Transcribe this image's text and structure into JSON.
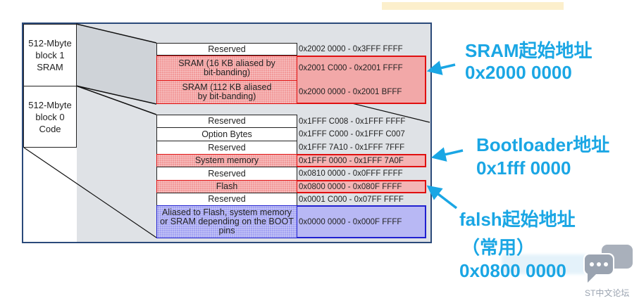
{
  "left_blocks": [
    {
      "label": "512-Mbyte\nblock 1\nSRAM"
    },
    {
      "label": "512-Mbyte\nblock 0\nCode"
    }
  ],
  "sram_rows": [
    {
      "name": "Reserved",
      "addr": "0x2002 0000 - 0x3FFF FFFF"
    },
    {
      "name": "SRAM (16 KB aliased by bit-banding)",
      "addr": "0x2001 C000 - 0x2001 FFFF"
    },
    {
      "name": "SRAM (112 KB aliased by bit-banding)",
      "addr": "0x2000 0000 - 0x2001 BFFF"
    }
  ],
  "code_rows": [
    {
      "name": "Reserved",
      "addr": "0x1FFF C008 - 0x1FFF FFFF"
    },
    {
      "name": "Option Bytes",
      "addr": "0x1FFF C000 - 0x1FFF C007"
    },
    {
      "name": "Reserved",
      "addr": "0x1FFF 7A10 - 0x1FFF 7FFF"
    },
    {
      "name": "System memory",
      "addr": "0x1FFF 0000 - 0x1FFF 7A0F"
    },
    {
      "name": "Reserved",
      "addr": "0x0810 0000 - 0x0FFF FFFF"
    },
    {
      "name": "Flash",
      "addr": "0x0800 0000 - 0x080F FFFF"
    },
    {
      "name": "Reserved",
      "addr": "0x0001 C000 - 0x07FF FFFF"
    },
    {
      "name": "Aliased to Flash, system memory or SRAM depending on the BOOT pins",
      "addr": "0x0000 0000 - 0x000F FFFF"
    }
  ],
  "notes": {
    "sram_title": "SRAM起始地址",
    "sram_addr": "0x2000 0000",
    "boot_title": "Bootloader地址",
    "boot_addr": "0x1fff 0000",
    "flash_title": "falsh起始地址",
    "flash_sub": "（常用）",
    "flash_addr": "0x0800 0000"
  },
  "watermark": "ST中文论坛",
  "colors": {
    "accent": "#1aa6e4",
    "highlight_red": "#e01010",
    "highlight_blue": "#2020d0"
  }
}
